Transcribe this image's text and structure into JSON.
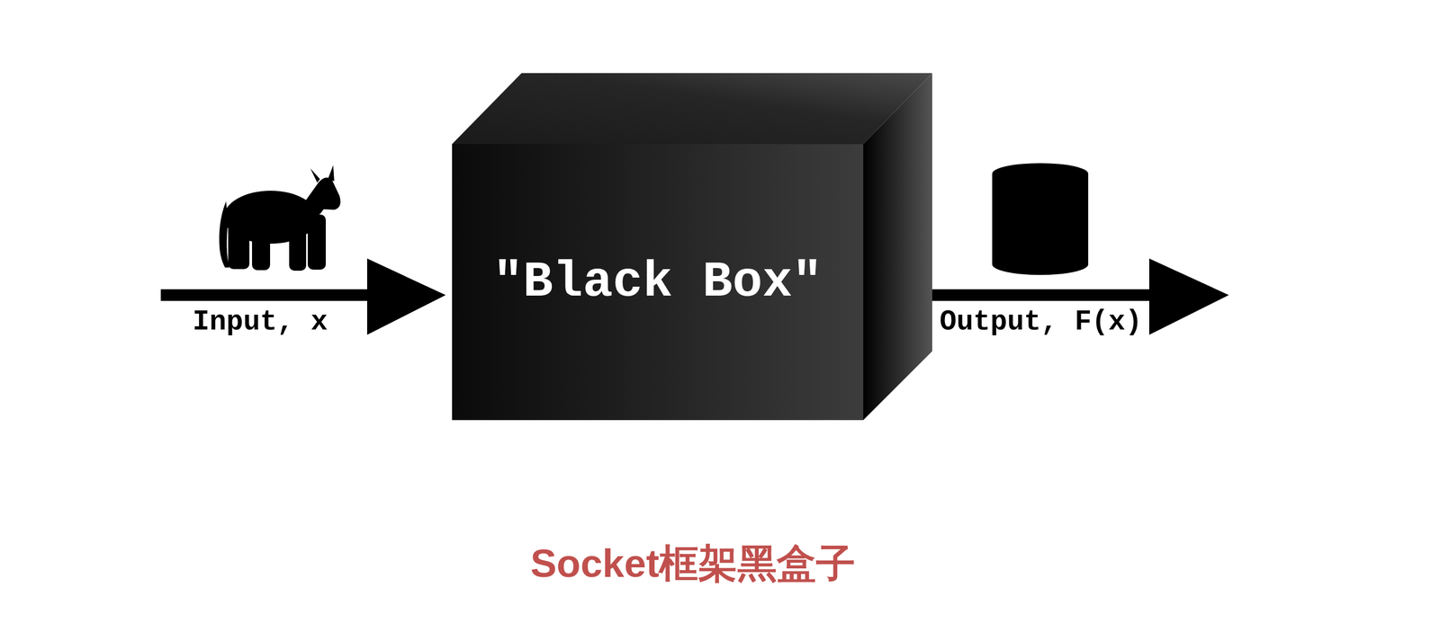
{
  "diagram": {
    "caption": "Socket框架黑盒子",
    "nodes": [
      {
        "text": [
          "\"Black Box\""
        ]
      }
    ],
    "labels": [
      "Input, x",
      "Output, F(x)"
    ]
  }
}
